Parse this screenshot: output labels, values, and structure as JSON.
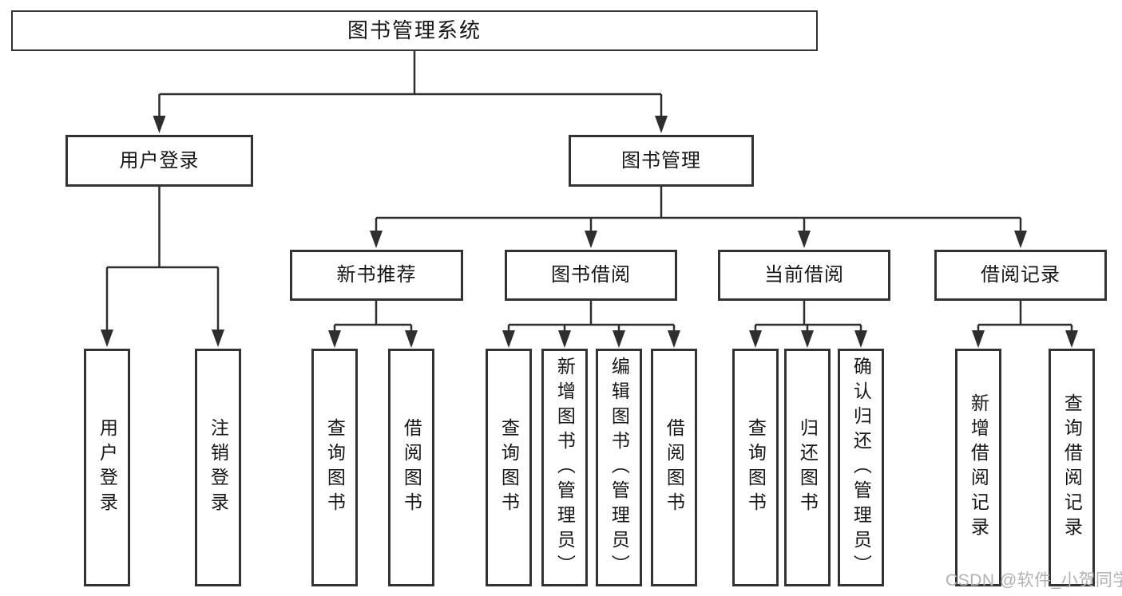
{
  "title": "图书管理系统",
  "level2": {
    "user_login": "用户登录",
    "book_management": "图书管理"
  },
  "level3": {
    "new_book": "新书推荐",
    "book_borrow": "图书借阅",
    "current_borrow": "当前借阅",
    "borrow_records": "借阅记录"
  },
  "leaves": {
    "user_login": [
      "用户登录",
      "注销登录"
    ],
    "new_book": [
      "查询图书",
      "借阅图书"
    ],
    "book_borrow": [
      "查询图书",
      "新增图书（管理员）",
      "编辑图书（管理员）",
      "借阅图书"
    ],
    "current_borrow": [
      "查询图书",
      "归还图书",
      "确认归还（管理员）"
    ],
    "borrow_records": [
      "新增借阅记录",
      "查询借阅记录"
    ]
  },
  "watermark": "CSDN @软件_小贺同学",
  "colors": {
    "line": "#2e2e2e",
    "box_border": "#333333",
    "text": "#161616",
    "watermark": "#b2b2b2",
    "background": "#ffffff"
  }
}
